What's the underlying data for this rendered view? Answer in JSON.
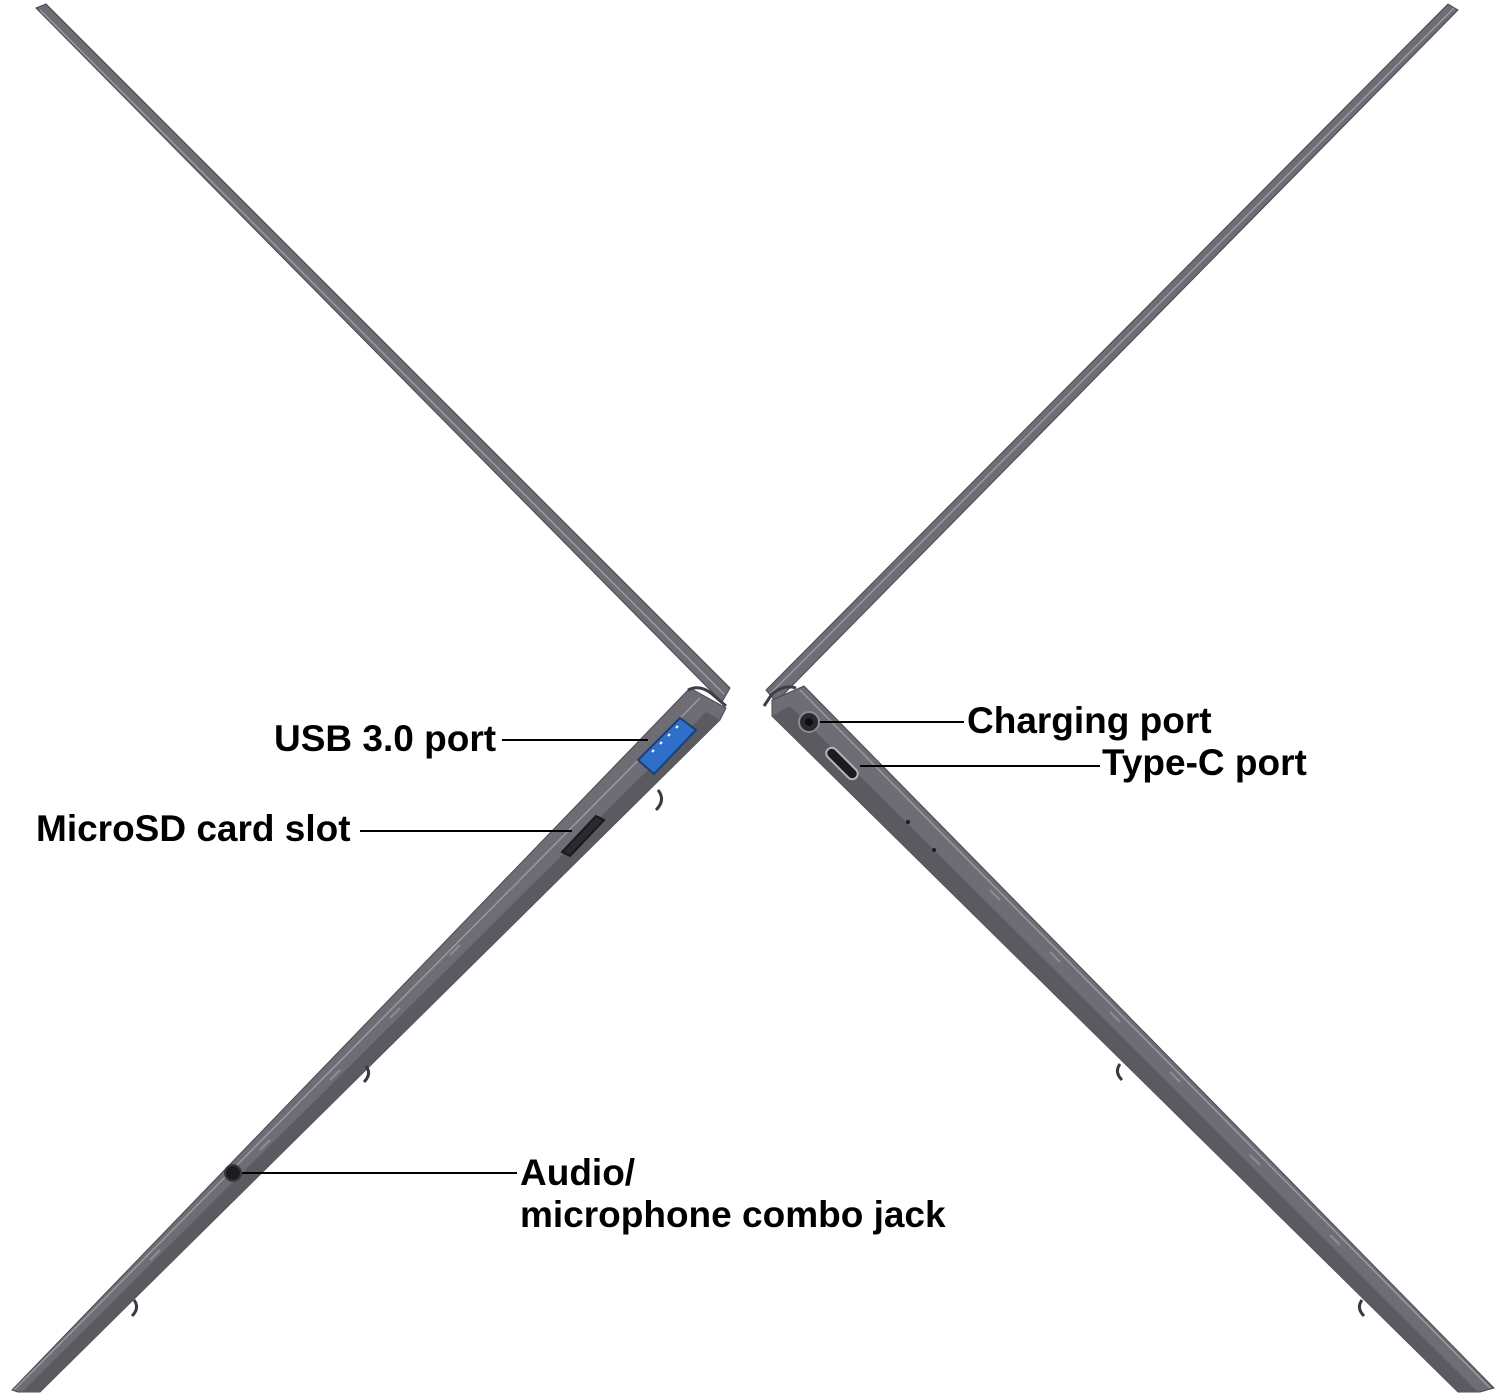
{
  "colors": {
    "background": "#ffffff",
    "chassis": "#6e6d75",
    "chassis_dark": "#4a4950",
    "chassis_light": "#8d8c94",
    "usb_blue": "#2d6fc9",
    "leader_line": "#000000"
  },
  "left_laptop": {
    "ports": [
      {
        "id": "usb",
        "label": "USB 3.0 port",
        "icon": "usb-a-port-icon"
      },
      {
        "id": "microsd",
        "label": "MicroSD card slot",
        "icon": "microsd-slot-icon"
      },
      {
        "id": "audio",
        "label_line1": "Audio/",
        "label_line2": "microphone combo jack",
        "icon": "audio-jack-icon"
      }
    ]
  },
  "right_laptop": {
    "ports": [
      {
        "id": "charging",
        "label": "Charging port",
        "icon": "dc-charging-port-icon"
      },
      {
        "id": "typec",
        "label": "Type-C port",
        "icon": "usb-c-port-icon"
      }
    ]
  }
}
